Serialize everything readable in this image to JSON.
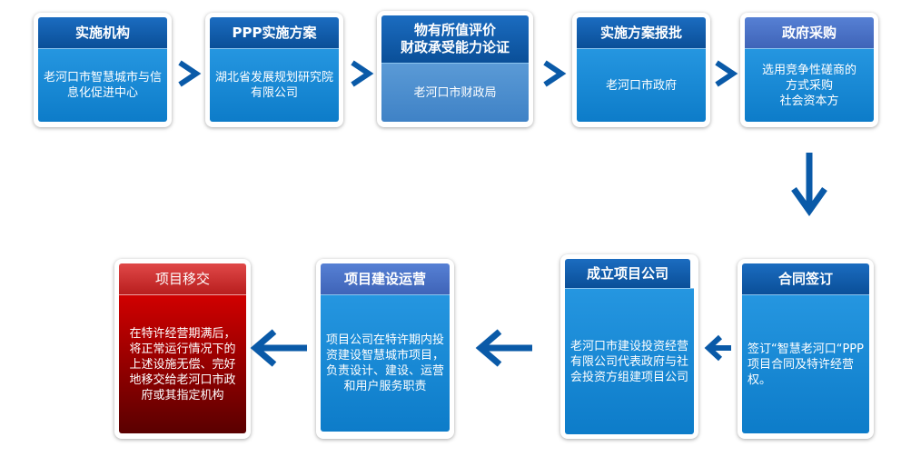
{
  "steps": [
    {
      "title": "实施机构",
      "body": "老河口市智慧城市与信息化促进中心"
    },
    {
      "title": "PPP实施方案",
      "body": "湖北省发展规划研究院有限公司"
    },
    {
      "title": "物有所值评价财政承受能力论证",
      "title_lines": [
        "物有所值评价",
        "财政承受能力论证"
      ],
      "body": "老河口市财政局"
    },
    {
      "title": "实施方案报批",
      "body": "老河口市政府"
    },
    {
      "title": "政府采购",
      "body_lines": [
        "选用竞争性磋商的",
        "方式采购",
        "社会资本方"
      ]
    },
    {
      "title": "合同签订",
      "body": "签订“智慧老河口“PPP项目合同及特许经营权。"
    },
    {
      "title": "成立项目公司",
      "body": "老河口市建设投资经营有限公司代表政府与社会投资方组建项目公司"
    },
    {
      "title": "项目建设运营",
      "body": "项目公司在特许期内投资建设智慧城市项目，负责设计、建设、运营和用户服务职责"
    },
    {
      "title": "项目移交",
      "body": "在特许经营期满后，将正常运行情况下的上述设施无偿、完好地移交给老河口市政府或其指定机构"
    }
  ],
  "colors": {
    "arrow": "#0a5aa8",
    "header": "#0a4f98",
    "body": "#1a8ad8",
    "red": "#c00000"
  }
}
